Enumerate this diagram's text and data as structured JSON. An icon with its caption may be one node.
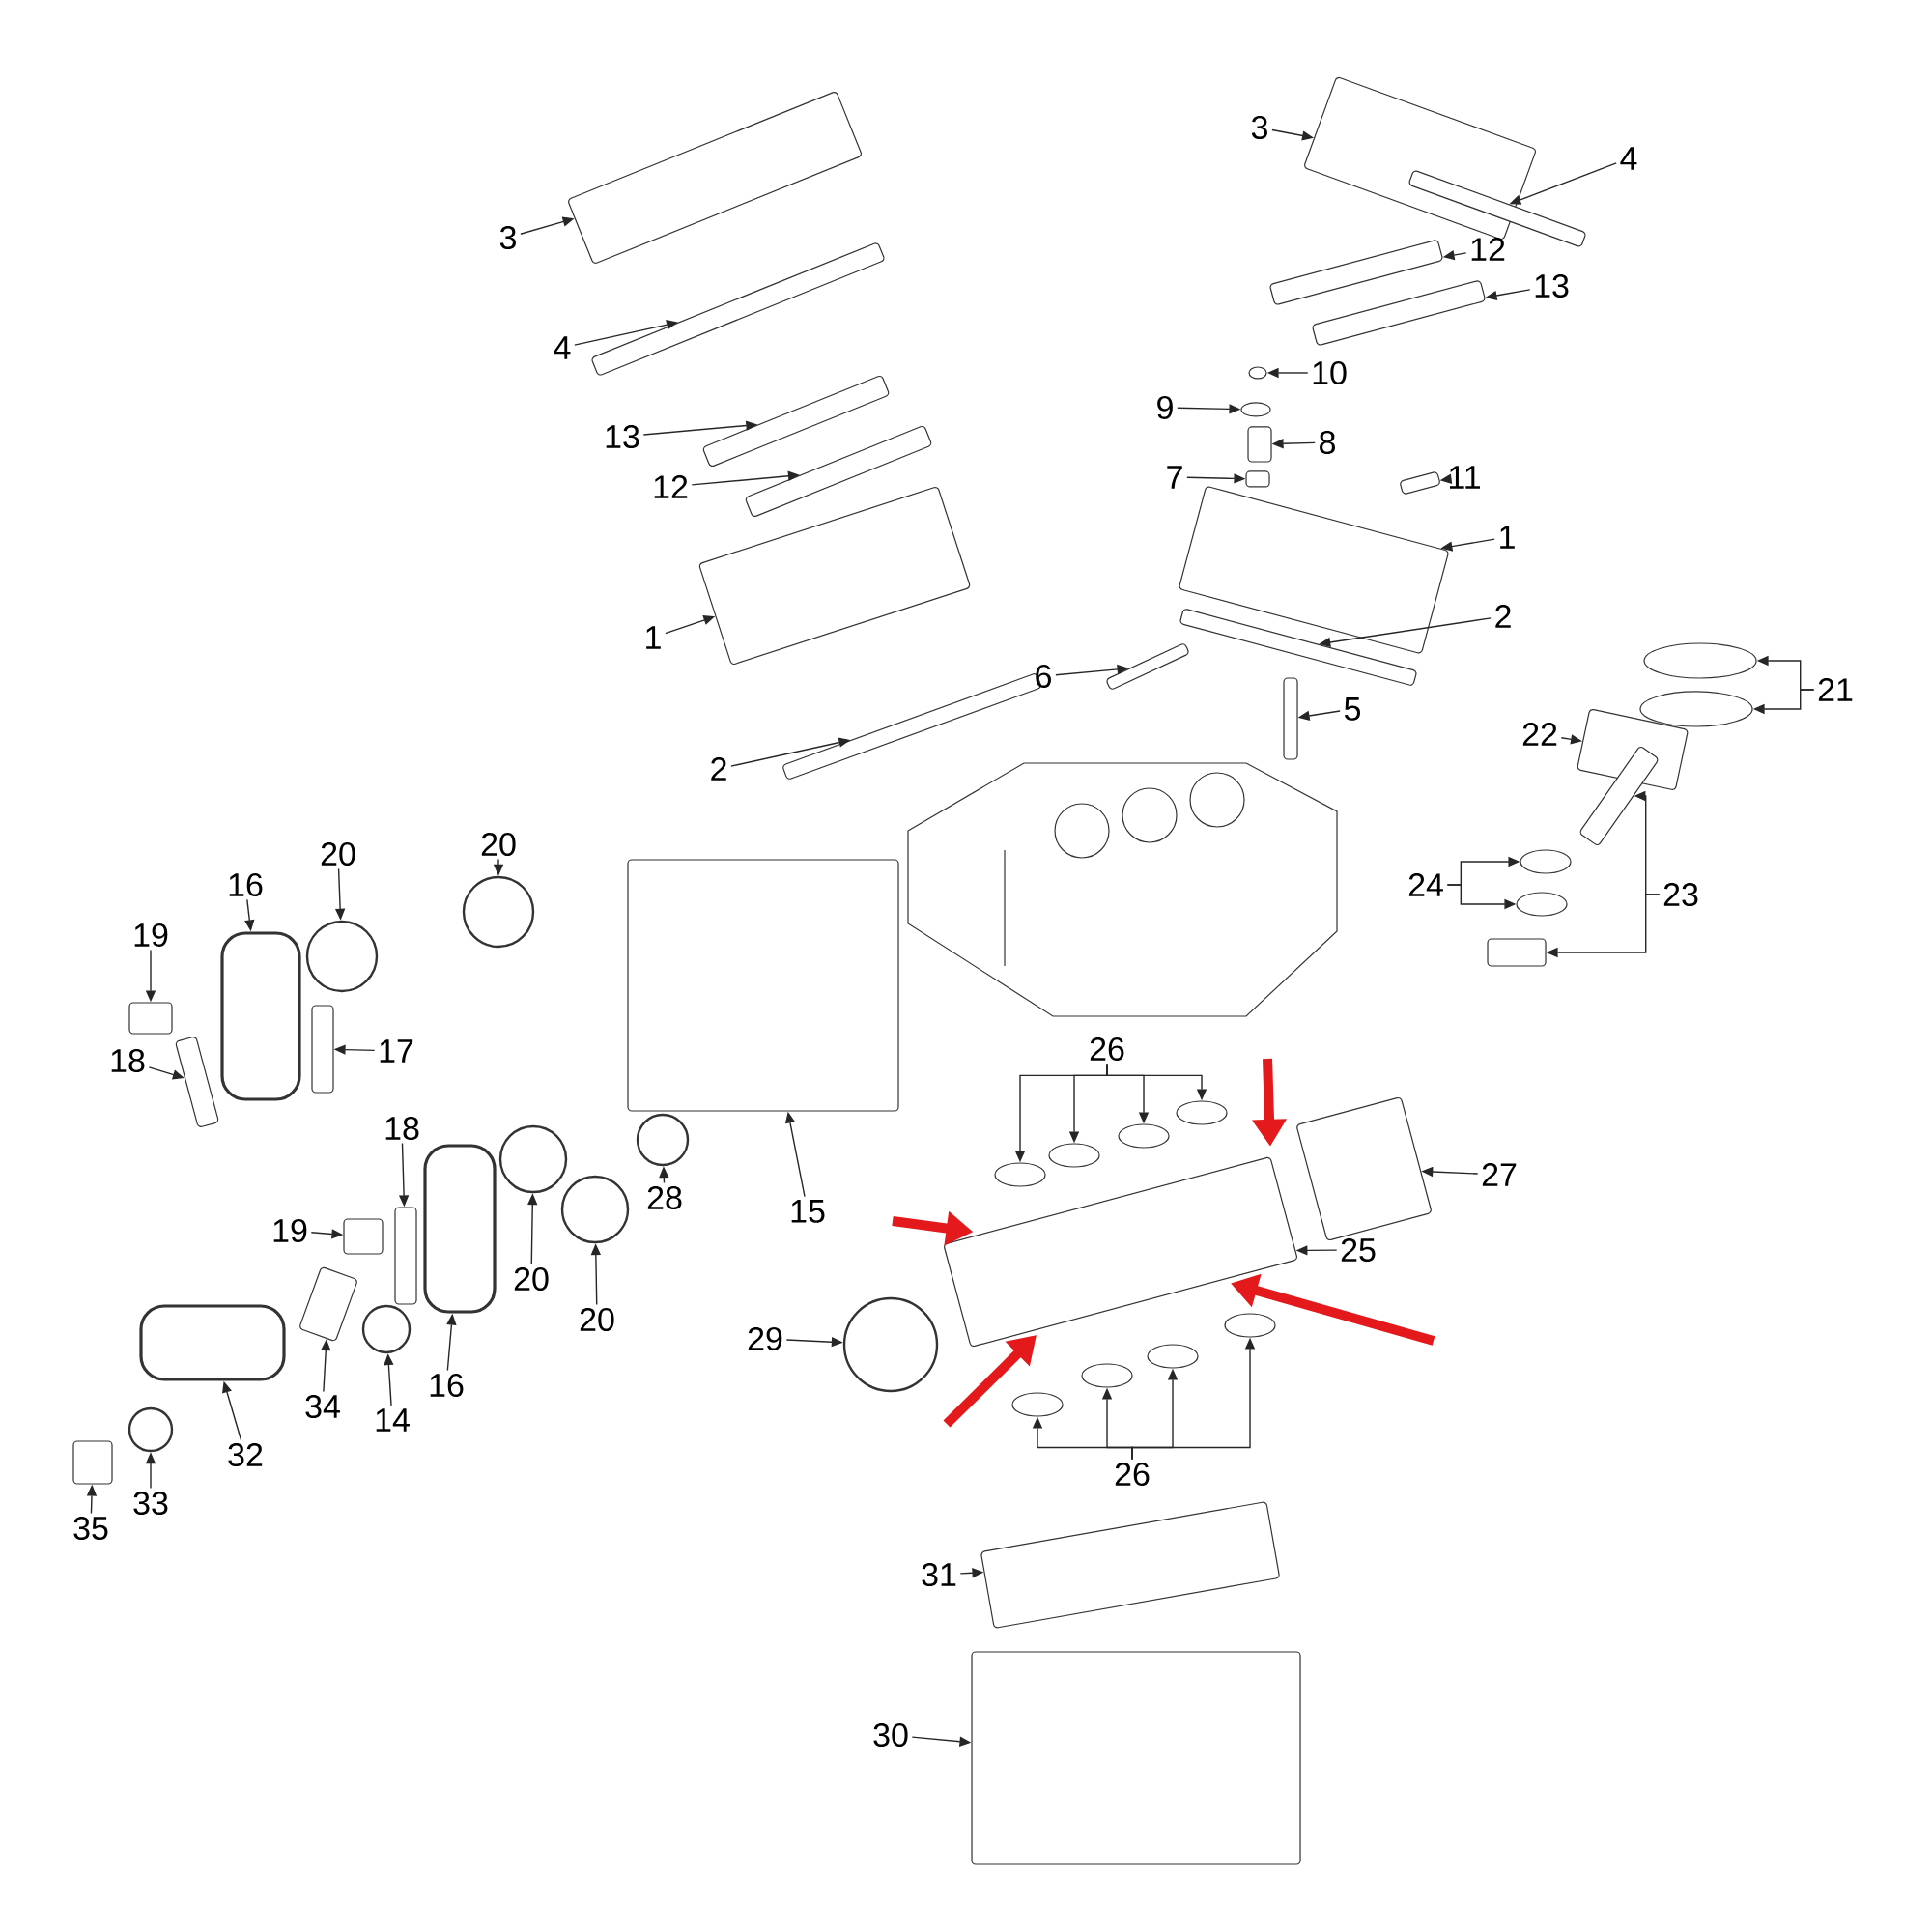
{
  "diagram": {
    "nodes": [
      {
        "text": [
          "3"
        ]
      },
      {
        "text": [],
        "shape": "box"
      },
      {
        "text": [
          "4"
        ]
      },
      {
        "text": [],
        "shape": "box"
      },
      {
        "text": [
          "13"
        ]
      },
      {
        "text": [],
        "shape": "box"
      },
      {
        "text": [
          "12"
        ]
      },
      {
        "text": [],
        "shape": "box"
      },
      {
        "text": [
          "1"
        ]
      },
      {
        "text": [],
        "shape": "box"
      },
      {
        "text": [
          "2"
        ]
      },
      {
        "text": [],
        "shape": "box"
      },
      {
        "text": [
          "6"
        ]
      },
      {
        "text": [],
        "shape": "box"
      },
      {
        "text": [
          "3"
        ]
      },
      {
        "text": [],
        "shape": "box"
      },
      {
        "text": [
          "4"
        ]
      },
      {
        "text": [],
        "shape": "box"
      },
      {
        "text": [
          "12"
        ]
      },
      {
        "text": [],
        "shape": "box"
      },
      {
        "text": [
          "13"
        ]
      },
      {
        "text": [],
        "shape": "box"
      },
      {
        "text": [
          "10"
        ]
      },
      {
        "text": [],
        "shape": "circle"
      },
      {
        "text": [
          "9"
        ]
      },
      {
        "text": [],
        "shape": "circle"
      },
      {
        "text": [
          "8"
        ]
      },
      {
        "text": [],
        "shape": "box"
      },
      {
        "text": [
          "7"
        ]
      },
      {
        "text": [],
        "shape": "box"
      },
      {
        "text": [
          "11"
        ]
      },
      {
        "text": [],
        "shape": "box"
      },
      {
        "text": [
          "1"
        ]
      },
      {
        "text": [],
        "shape": "box"
      },
      {
        "text": [
          "2"
        ]
      },
      {
        "text": [],
        "shape": "box"
      },
      {
        "text": [
          "5"
        ]
      },
      {
        "text": [],
        "shape": "box"
      },
      {
        "text": [
          "21"
        ]
      },
      {
        "text": [],
        "shape": "circle"
      },
      {
        "text": [],
        "shape": "circle"
      },
      {
        "text": [
          "22"
        ]
      },
      {
        "text": [],
        "shape": "box"
      },
      {
        "text": [
          "23"
        ]
      },
      {
        "text": [],
        "shape": "box"
      },
      {
        "text": [],
        "shape": "box"
      },
      {
        "text": [
          "24"
        ]
      },
      {
        "text": [],
        "shape": "circle"
      },
      {
        "text": [],
        "shape": "circle"
      },
      {
        "text": [
          "20"
        ]
      },
      {
        "text": [],
        "shape": "circle"
      },
      {
        "text": [
          "16"
        ]
      },
      {
        "text": [],
        "shape": "box"
      },
      {
        "text": [
          "20"
        ]
      },
      {
        "text": [],
        "shape": "circle"
      },
      {
        "text": [
          "19"
        ]
      },
      {
        "text": [],
        "shape": "box"
      },
      {
        "text": [
          "18"
        ]
      },
      {
        "text": [],
        "shape": "box"
      },
      {
        "text": [
          "17"
        ]
      },
      {
        "text": [],
        "shape": "box"
      },
      {
        "text": [
          "28"
        ]
      },
      {
        "text": [],
        "shape": "circle"
      },
      {
        "text": [
          "15"
        ]
      },
      {
        "text": [],
        "shape": "box"
      },
      {
        "text": [
          "26"
        ]
      },
      {
        "text": [],
        "shape": "circle"
      },
      {
        "text": [],
        "shape": "circle"
      },
      {
        "text": [],
        "shape": "circle"
      },
      {
        "text": [],
        "shape": "circle"
      },
      {
        "text": [
          "27"
        ]
      },
      {
        "text": [],
        "shape": "box"
      },
      {
        "text": [
          "25"
        ]
      },
      {
        "text": [],
        "shape": "box"
      },
      {
        "text": [
          "18"
        ]
      },
      {
        "text": [],
        "shape": "box"
      },
      {
        "text": [
          "19"
        ]
      },
      {
        "text": [],
        "shape": "box"
      },
      {
        "text": [
          "20"
        ]
      },
      {
        "text": [],
        "shape": "circle"
      },
      {
        "text": [
          "20"
        ]
      },
      {
        "text": [],
        "shape": "circle"
      },
      {
        "text": [
          "16"
        ]
      },
      {
        "text": [],
        "shape": "box"
      },
      {
        "text": [
          "29"
        ]
      },
      {
        "text": [],
        "shape": "circle"
      },
      {
        "text": [
          "34"
        ]
      },
      {
        "text": [],
        "shape": "box"
      },
      {
        "text": [
          "14"
        ]
      },
      {
        "text": [],
        "shape": "circle"
      },
      {
        "text": [
          "32"
        ]
      },
      {
        "text": [],
        "shape": "box"
      },
      {
        "text": [
          "33"
        ]
      },
      {
        "text": [],
        "shape": "circle"
      },
      {
        "text": [
          "35"
        ]
      },
      {
        "text": [],
        "shape": "box"
      },
      {
        "text": [
          "26"
        ]
      },
      {
        "text": [],
        "shape": "circle"
      },
      {
        "text": [],
        "shape": "circle"
      },
      {
        "text": [],
        "shape": "circle"
      },
      {
        "text": [],
        "shape": "circle"
      },
      {
        "text": [
          "31"
        ]
      },
      {
        "text": [],
        "shape": "box"
      },
      {
        "text": [
          "30"
        ]
      },
      {
        "text": [],
        "shape": "box"
      }
    ],
    "edges": [
      {
        "from": 0,
        "to": 1,
        "arrow": "to"
      },
      {
        "from": 2,
        "to": 3,
        "arrow": "to"
      },
      {
        "from": 4,
        "to": 5,
        "arrow": "to"
      },
      {
        "from": 6,
        "to": 7,
        "arrow": "to"
      },
      {
        "from": 8,
        "to": 9,
        "arrow": "to"
      },
      {
        "from": 10,
        "to": 11,
        "arrow": "to"
      },
      {
        "from": 12,
        "to": 13,
        "arrow": "to"
      },
      {
        "from": 14,
        "to": 15,
        "arrow": "to"
      },
      {
        "from": 16,
        "to": 17,
        "arrow": "to"
      },
      {
        "from": 18,
        "to": 19,
        "arrow": "to"
      },
      {
        "from": 20,
        "to": 21,
        "arrow": "to"
      },
      {
        "from": 22,
        "to": 23,
        "arrow": "to"
      },
      {
        "from": 24,
        "to": 25,
        "arrow": "to"
      },
      {
        "from": 26,
        "to": 27,
        "arrow": "to"
      },
      {
        "from": 28,
        "to": 29,
        "arrow": "to"
      },
      {
        "from": 30,
        "to": 31,
        "arrow": "to"
      },
      {
        "from": 32,
        "to": 33,
        "arrow": "to"
      },
      {
        "from": 34,
        "to": 35,
        "arrow": "to"
      },
      {
        "from": 36,
        "to": 37,
        "arrow": "to"
      },
      {
        "from": 38,
        "to": 39,
        "arrow": "to"
      },
      {
        "from": 38,
        "to": 40,
        "arrow": "to"
      },
      {
        "from": 41,
        "to": 42,
        "arrow": "to"
      },
      {
        "from": 43,
        "to": 44,
        "arrow": "to"
      },
      {
        "from": 43,
        "to": 45,
        "arrow": "to"
      },
      {
        "from": 46,
        "to": 47,
        "arrow": "to"
      },
      {
        "from": 46,
        "to": 48,
        "arrow": "to"
      },
      {
        "from": 49,
        "to": 50,
        "arrow": "to"
      },
      {
        "from": 51,
        "to": 52,
        "arrow": "to"
      },
      {
        "from": 53,
        "to": 54,
        "arrow": "to"
      },
      {
        "from": 55,
        "to": 56,
        "arrow": "to"
      },
      {
        "from": 57,
        "to": 58,
        "arrow": "to"
      },
      {
        "from": 59,
        "to": 60,
        "arrow": "to"
      },
      {
        "from": 61,
        "to": 62,
        "arrow": "to"
      },
      {
        "from": 63,
        "to": 64,
        "arrow": "to"
      },
      {
        "from": 65,
        "to": 66,
        "arrow": "to"
      },
      {
        "from": 65,
        "to": 67,
        "arrow": "to"
      },
      {
        "from": 65,
        "to": 68,
        "arrow": "to"
      },
      {
        "from": 65,
        "to": 69,
        "arrow": "to"
      },
      {
        "from": 70,
        "to": 71,
        "arrow": "to"
      },
      {
        "from": 72,
        "to": 73,
        "arrow": "to"
      },
      {
        "from": 74,
        "to": 75,
        "arrow": "to"
      },
      {
        "from": 76,
        "to": 77,
        "arrow": "to"
      },
      {
        "from": 78,
        "to": 79,
        "arrow": "to"
      },
      {
        "from": 80,
        "to": 81,
        "arrow": "to"
      },
      {
        "from": 82,
        "to": 83,
        "arrow": "to"
      },
      {
        "from": 84,
        "to": 85,
        "arrow": "to"
      },
      {
        "from": 86,
        "to": 87,
        "arrow": "to"
      },
      {
        "from": 88,
        "to": 89,
        "arrow": "to"
      },
      {
        "from": 90,
        "to": 91,
        "arrow": "to"
      },
      {
        "from": 92,
        "to": 93,
        "arrow": "to"
      },
      {
        "from": 94,
        "to": 95,
        "arrow": "to"
      },
      {
        "from": 96,
        "to": 97,
        "arrow": "to"
      },
      {
        "from": 96,
        "to": 98,
        "arrow": "to"
      },
      {
        "from": 96,
        "to": 99,
        "arrow": "to"
      },
      {
        "from": 96,
        "to": 100,
        "arrow": "to"
      },
      {
        "from": 101,
        "to": 102,
        "arrow": "to"
      },
      {
        "from": 103,
        "to": 104,
        "arrow": "to"
      },
      {
        "from": null,
        "to": 73,
        "arrow": "to",
        "style": "thick",
        "color": "#e3191c"
      },
      {
        "from": null,
        "to": 73,
        "arrow": "to",
        "style": "thick",
        "color": "#e3191c"
      },
      {
        "from": null,
        "to": 73,
        "arrow": "to",
        "style": "thick",
        "color": "#e3191c"
      },
      {
        "from": null,
        "to": 73,
        "arrow": "to",
        "style": "thick",
        "color": "#e3191c"
      }
    ]
  }
}
